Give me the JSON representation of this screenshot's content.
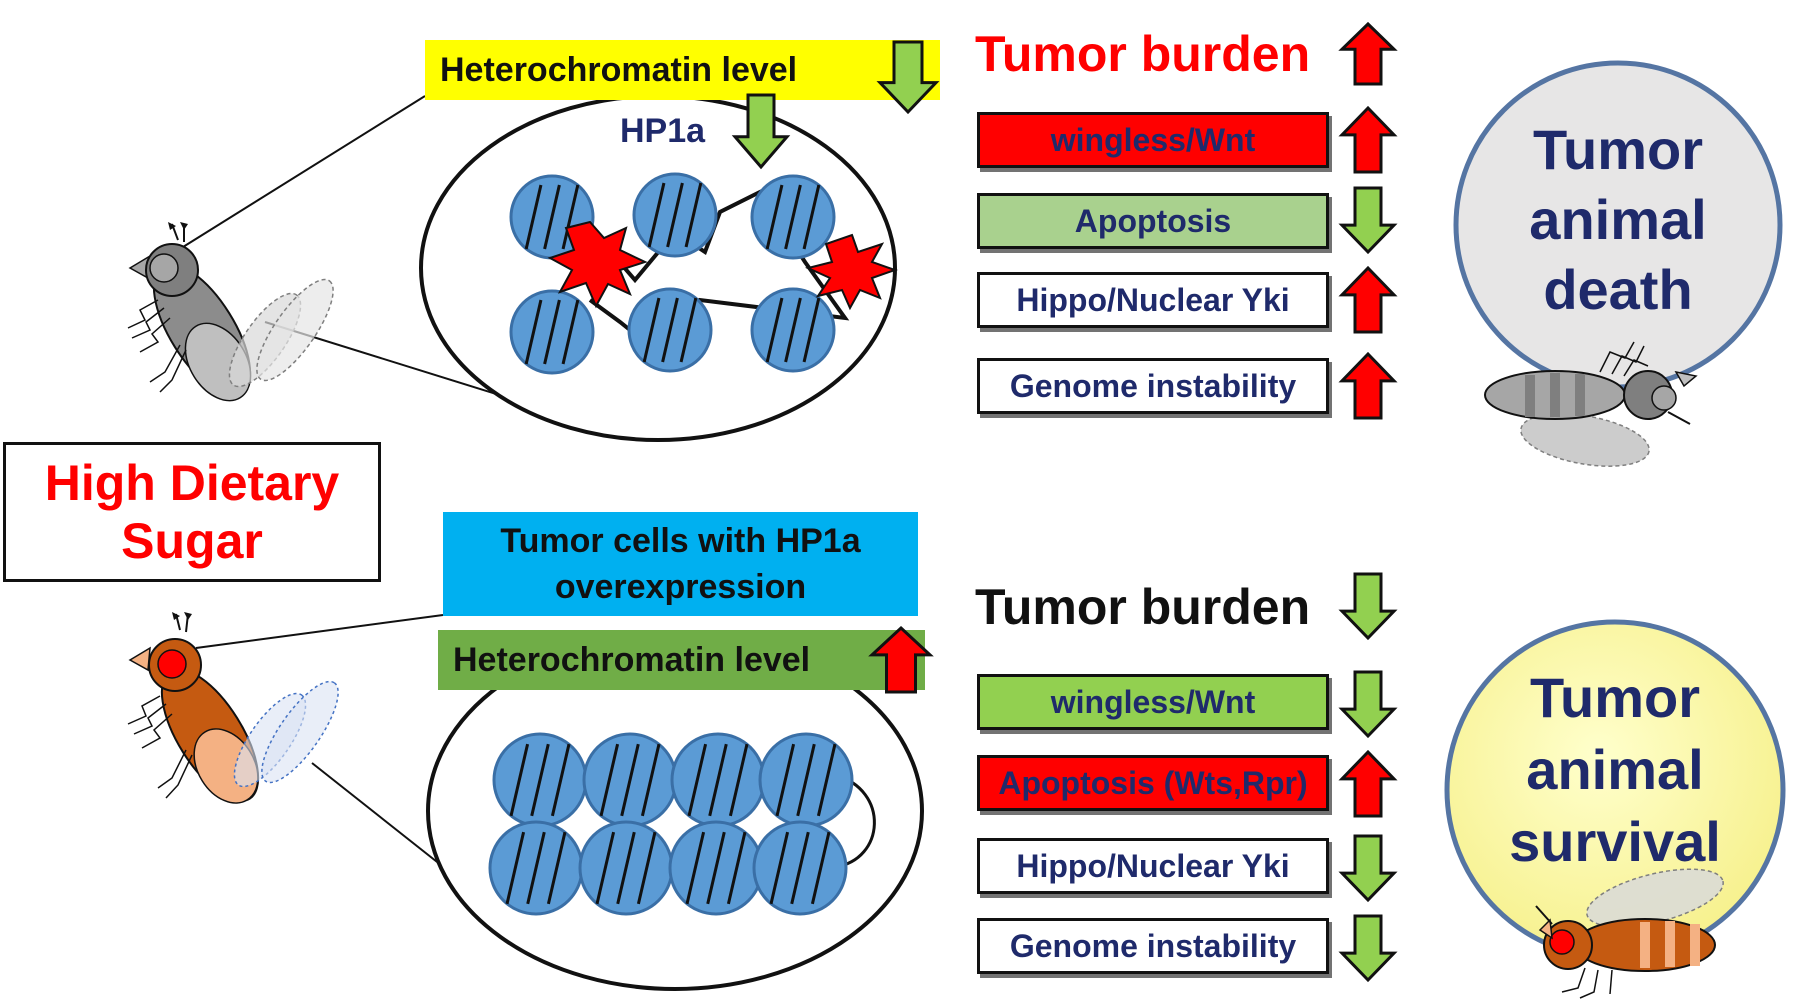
{
  "diet_label": {
    "line1": "High Dietary",
    "line2": "Sugar"
  },
  "top": {
    "banner": "Heterochromatin level",
    "hp1a_label": "HP1a",
    "tumor_burden": "Tumor burden",
    "pathways": [
      {
        "label": "wingless/Wnt",
        "fill": "#ff0000",
        "text_color": "#1f2a6b",
        "arrow": "up"
      },
      {
        "label": "Apoptosis",
        "fill": "#a9d18e",
        "text_color": "#1f2a6b",
        "arrow": "down"
      },
      {
        "label": "Hippo/Nuclear Yki",
        "fill": "#ffffff",
        "text_color": "#1f2a6b",
        "arrow": "up"
      },
      {
        "label": "Genome instability",
        "fill": "#ffffff",
        "text_color": "#1f2a6b",
        "arrow": "up"
      }
    ],
    "outcome": {
      "line1": "Tumor",
      "line2": "animal",
      "line3": "death"
    }
  },
  "bottom": {
    "banner_line1": "Tumor cells with HP1a",
    "banner_line2": "overexpression",
    "heterochromatin": "Heterochromatin level",
    "tumor_burden": "Tumor burden",
    "pathways": [
      {
        "label": "wingless/Wnt",
        "fill": "#92d050",
        "text_color": "#1f2a6b",
        "arrow": "down"
      },
      {
        "label": "Apoptosis (Wts,Rpr)",
        "fill": "#ff0000",
        "text_color": "#1f2a6b",
        "arrow": "up"
      },
      {
        "label": "Hippo/Nuclear Yki",
        "fill": "#ffffff",
        "text_color": "#1f2a6b",
        "arrow": "down"
      },
      {
        "label": "Genome instability",
        "fill": "#ffffff",
        "text_color": "#1f2a6b",
        "arrow": "down"
      }
    ],
    "outcome": {
      "line1": "Tumor",
      "line2": "animal",
      "line3": "survival"
    }
  },
  "colors": {
    "arrow_up": "#ff0000",
    "arrow_down": "#92d050",
    "nucleus": "#5b9bd5",
    "accent_red_text": "#ff0000",
    "navy_text": "#1f2a6b",
    "yellow_banner": "#ffff00",
    "cyan_banner": "#00b0f0",
    "green_banner": "#70ad47"
  }
}
